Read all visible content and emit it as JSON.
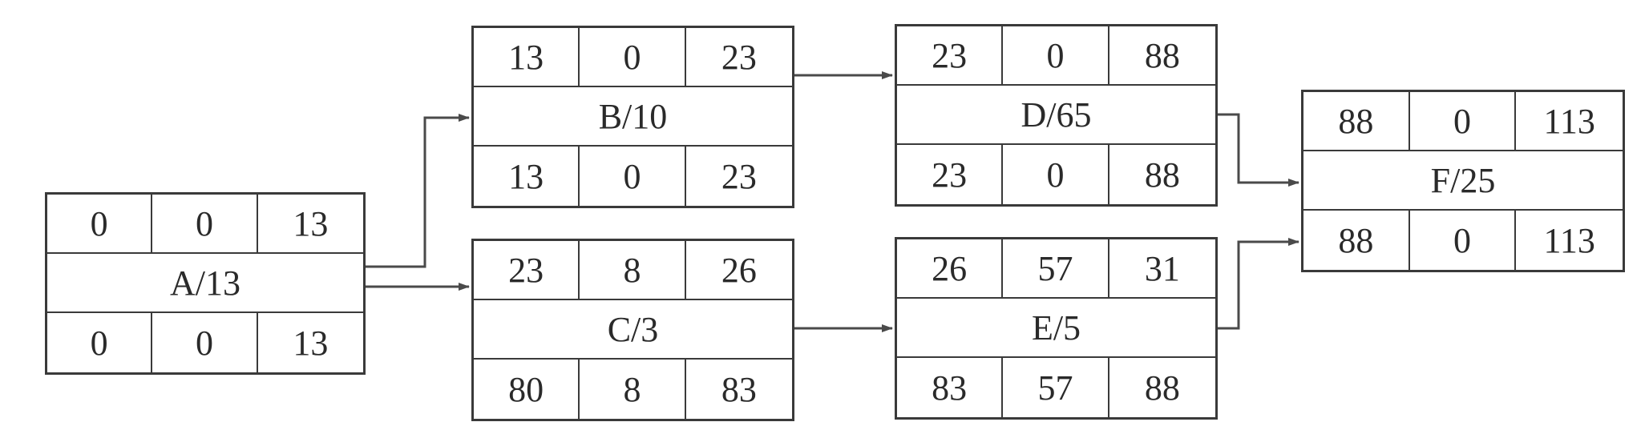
{
  "nodes": {
    "A": {
      "label": "A/13",
      "top": [
        "0",
        "0",
        "13"
      ],
      "bottom": [
        "0",
        "0",
        "13"
      ]
    },
    "B": {
      "label": "B/10",
      "top": [
        "13",
        "0",
        "23"
      ],
      "bottom": [
        "13",
        "0",
        "23"
      ]
    },
    "C": {
      "label": "C/3",
      "top": [
        "23",
        "8",
        "26"
      ],
      "bottom": [
        "80",
        "8",
        "83"
      ]
    },
    "D": {
      "label": "D/65",
      "top": [
        "23",
        "0",
        "88"
      ],
      "bottom": [
        "23",
        "0",
        "88"
      ]
    },
    "E": {
      "label": "E/5",
      "top": [
        "26",
        "57",
        "31"
      ],
      "bottom": [
        "83",
        "57",
        "88"
      ]
    },
    "F": {
      "label": "F/25",
      "top": [
        "88",
        "0",
        "113"
      ],
      "bottom": [
        "88",
        "0",
        "113"
      ]
    }
  },
  "edges": [
    {
      "from": "A",
      "to": "B"
    },
    {
      "from": "A",
      "to": "C"
    },
    {
      "from": "B",
      "to": "D"
    },
    {
      "from": "C",
      "to": "E"
    },
    {
      "from": "D",
      "to": "F"
    },
    {
      "from": "E",
      "to": "F"
    }
  ]
}
